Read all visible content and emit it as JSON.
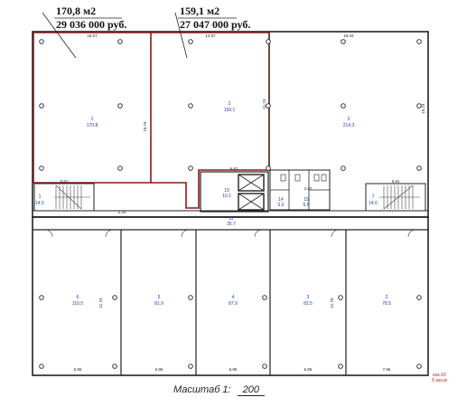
{
  "callouts": {
    "left": {
      "area": "170,8 м2",
      "price": "29 036 000 руб."
    },
    "right": {
      "area": "159,1 м2",
      "price": "27 047 000 руб."
    }
  },
  "scale": {
    "label": "Масштаб 1:",
    "value": "200"
  },
  "stamp": {
    "line1": "гоз.10",
    "line2": "5 эоэ.м"
  },
  "rooms": {
    "r1": {
      "num": "1",
      "area": "170.8"
    },
    "r2": {
      "num": "2",
      "area": "159.1"
    },
    "r3": {
      "num": "3",
      "area": "214.3"
    },
    "s1": {
      "num": "1",
      "area": "14.5"
    },
    "s2": {
      "num": "7",
      "area": "14.6"
    },
    "c1": {
      "num": "19",
      "area": "10.1"
    },
    "c2": {
      "num": "12",
      "area": "35.7"
    },
    "wc1": {
      "num": "14",
      "area": "3.0"
    },
    "wc2": {
      "num": "15",
      "area": "6.5"
    },
    "b1": {
      "num": "6",
      "area": "110.5"
    },
    "b2": {
      "num": "5",
      "area": "81.9"
    },
    "b3": {
      "num": "4",
      "area": "87.9"
    },
    "b4": {
      "num": "3",
      "area": "82.5"
    },
    "b5": {
      "num": "2",
      "area": "78.5"
    }
  },
  "dims": {
    "top1": "16.07",
    "top2": "13.97",
    "top3": "16.44",
    "side1": "10.74",
    "side2": "11.74",
    "side3": "10.74",
    "stairL": "5.81",
    "stairR": "5.81",
    "mid1": "5.25",
    "mid2": "6.81",
    "mid3": "2.87",
    "bot1": "6.95",
    "bot2": "6.95",
    "bot3": "6.95",
    "bot4": "6.95",
    "bot5": "7.95",
    "vert1": "11.74",
    "vert2": "11.70"
  }
}
